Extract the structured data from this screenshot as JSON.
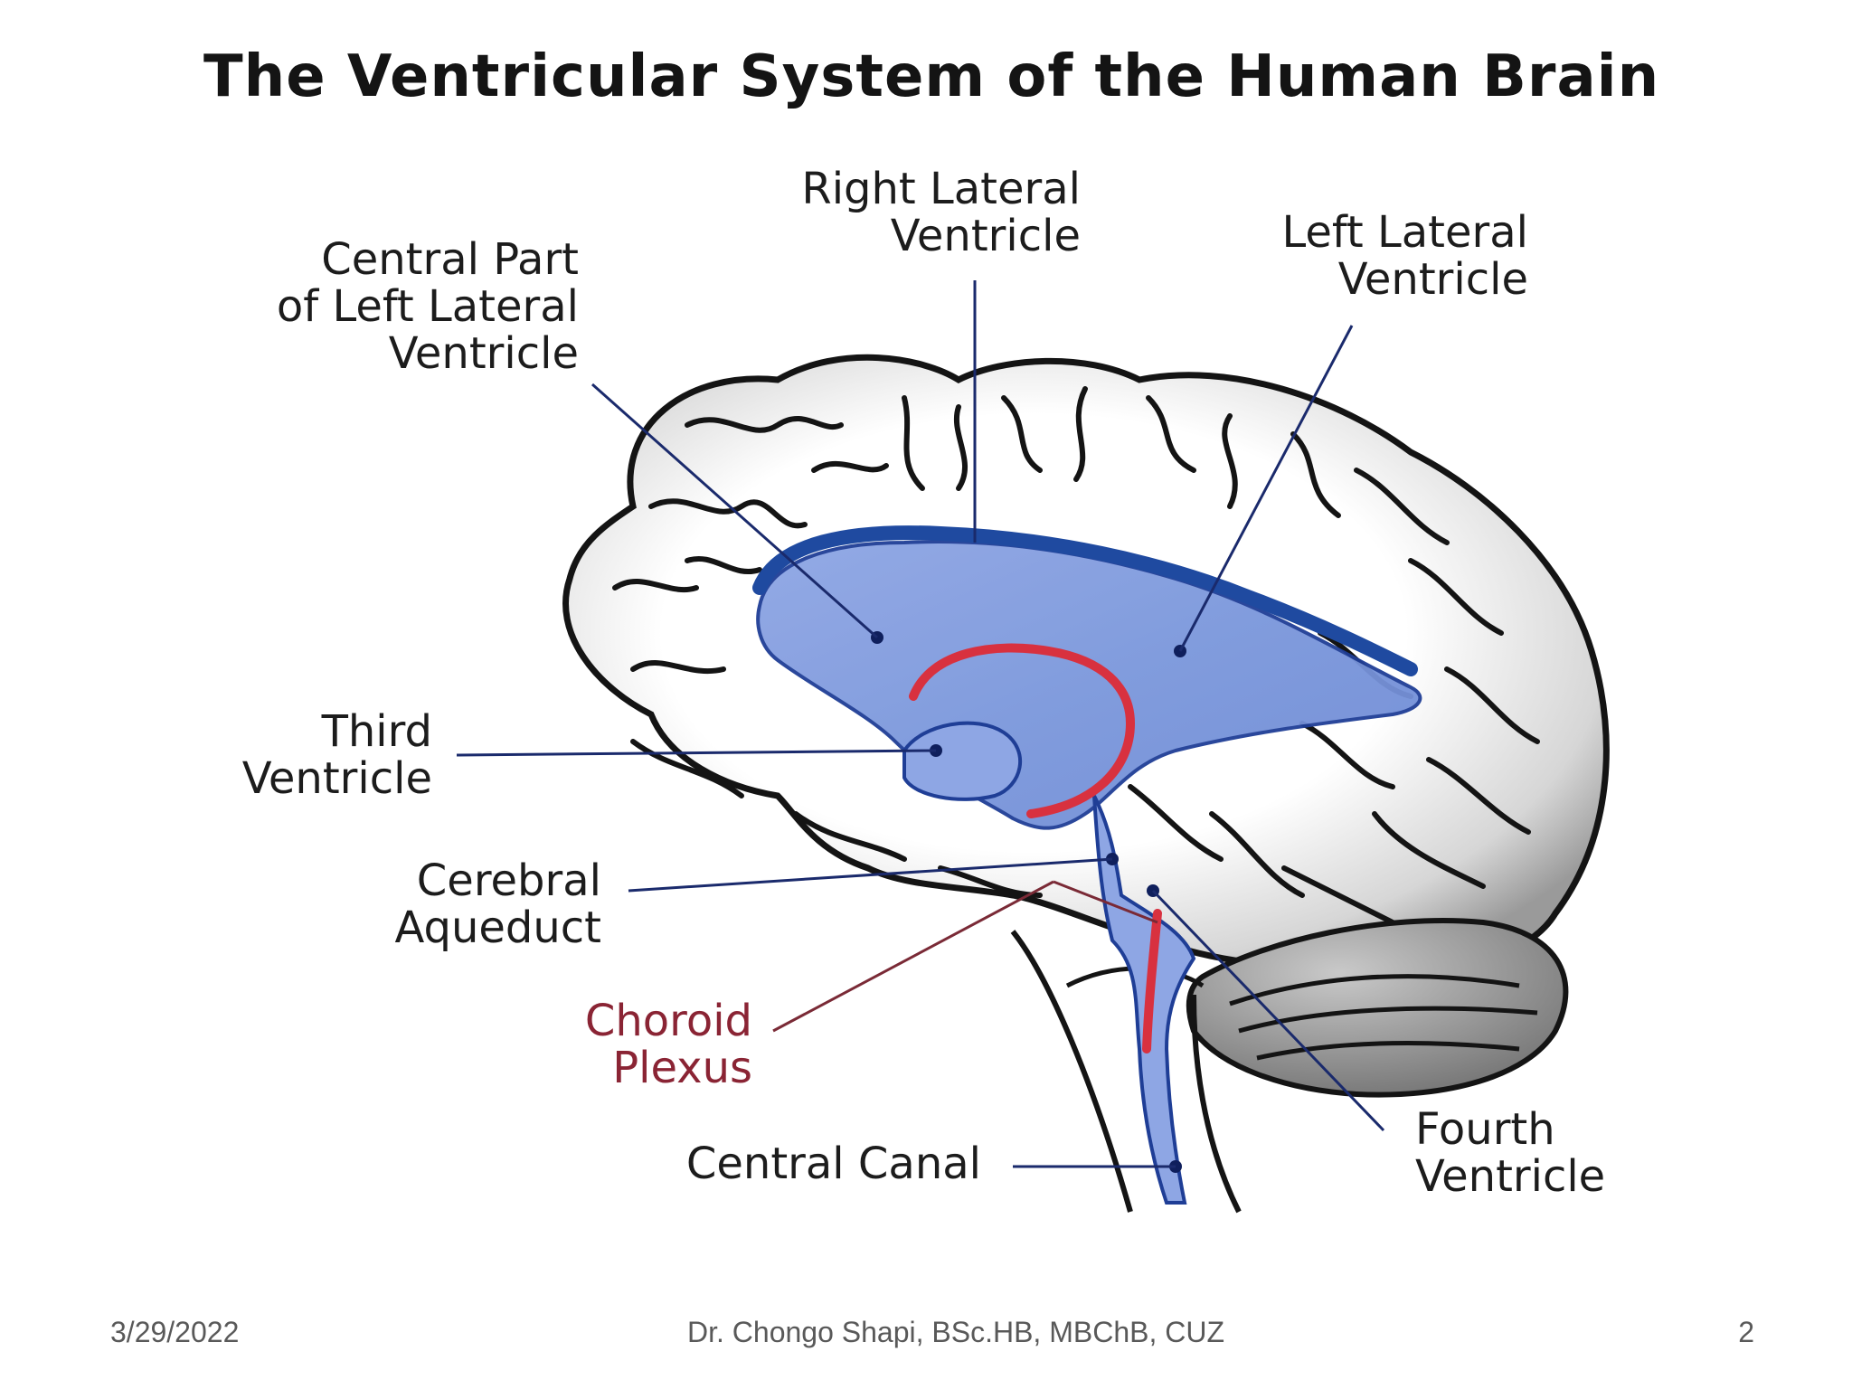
{
  "title": "The Ventricular System of the Human Brain",
  "labels": {
    "right_lateral": [
      "Right Lateral",
      "Ventricle"
    ],
    "central_part": [
      "Central Part",
      "of Left Lateral",
      "Ventricle"
    ],
    "left_lateral": [
      "Left Lateral",
      "Ventricle"
    ],
    "third_ventricle": [
      "Third",
      "Ventricle"
    ],
    "cerebral_aqueduct": [
      "Cerebral",
      "Aqueduct"
    ],
    "choroid_plexus": [
      "Choroid",
      "Plexus"
    ],
    "central_canal": [
      "Central Canal"
    ],
    "fourth_ventricle": [
      "Fourth",
      "Ventricle"
    ]
  },
  "footer": {
    "date": "3/29/2022",
    "author": "Dr. Chongo Shapi, BSc.HB, MBChB, CUZ",
    "page": "2"
  },
  "colors": {
    "ventricle_fill": "#7b97dc",
    "ventricle_edge": "#1f3e96",
    "choroid_red": "#d8313f",
    "leader_blue": "#1a2a6c"
  }
}
